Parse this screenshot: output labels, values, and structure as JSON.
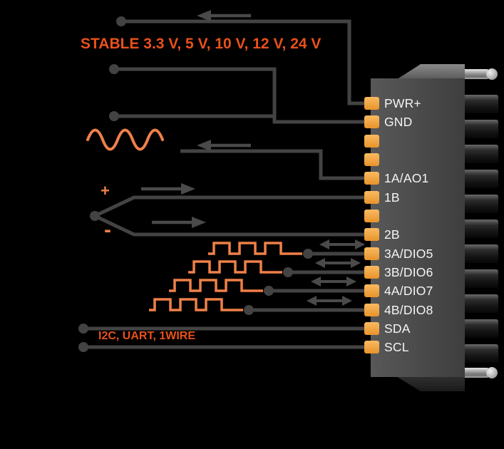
{
  "diagram": {
    "voltage_label": "STABLE 3.3 V, 5 V, 10 V, 12 V, 24 V",
    "bus_label": "I2C, UART, 1WIRE",
    "encoder_plus": "+",
    "encoder_minus": "-",
    "pins": [
      {
        "label": "PWR+"
      },
      {
        "label": "GND"
      },
      {
        "label": "1A/AO1"
      },
      {
        "label": "1B"
      },
      {
        "label": "2B"
      },
      {
        "label": "3A/DIO5"
      },
      {
        "label": "3B/DIO6"
      },
      {
        "label": "4A/DIO7"
      },
      {
        "label": "4B/DIO8"
      },
      {
        "label": "SDA"
      },
      {
        "label": "SCL"
      }
    ],
    "icons": {
      "arrow_left": "←",
      "arrow_right": "→",
      "arrow_bidirectional": "↔",
      "sine_wave": "∿",
      "square_wave": "⎍"
    },
    "colors": {
      "background": "#000000",
      "accent_text": "#e8511c",
      "wave": "#ef8049",
      "pad": "#f1a33c",
      "wire": "#434343",
      "pin_label": "#f5f5f5",
      "connector_body": "#4a4a4a"
    }
  }
}
